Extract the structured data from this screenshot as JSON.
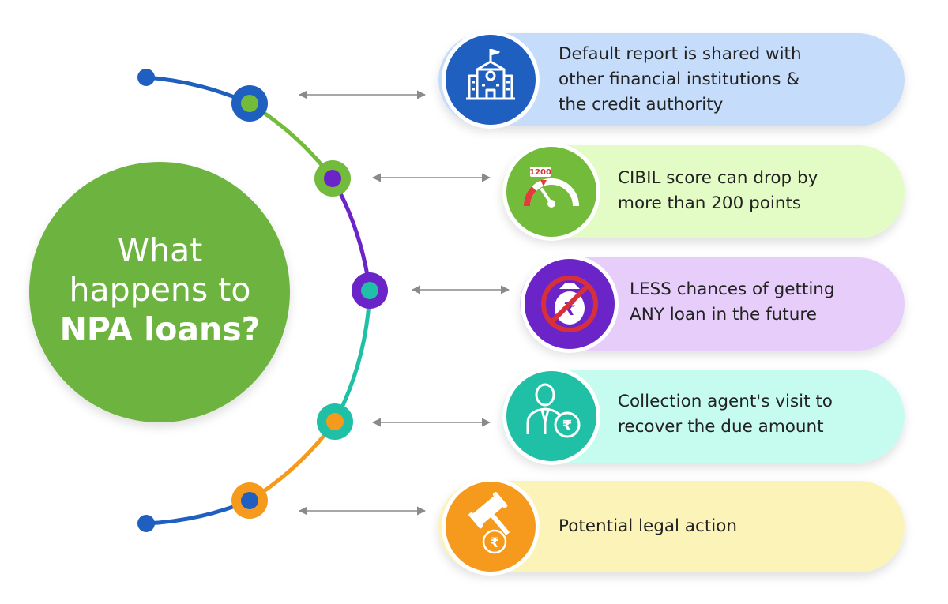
{
  "title": {
    "line1": "What",
    "line2": "happens to",
    "line3": "NPA loans?"
  },
  "colors": {
    "title_circle": "#6db33f",
    "arc_blue": "#1f5fc0",
    "arc_green": "#72bb3b",
    "arc_purple": "#6a24c8",
    "arc_teal": "#20c0a6",
    "arc_orange": "#f59a1c",
    "arrow": "#8a8a8a"
  },
  "items": [
    {
      "icon": "bank-building-icon",
      "lines": [
        "Default report is shared with",
        "other financial institutions &",
        "the credit authority"
      ],
      "card_color": "#c5dcfb",
      "icon_bg": "#1f5fc0"
    },
    {
      "icon": "credit-score-gauge-icon",
      "gauge_label": "1200",
      "lines": [
        "CIBIL score can drop by",
        "more than 200 points"
      ],
      "card_color": "#e3fbc4",
      "icon_bg": "#72bb3b"
    },
    {
      "icon": "no-loan-moneybag-icon",
      "lines": [
        "LESS chances of getting",
        "ANY loan in the future"
      ],
      "card_color": "#e6cdfa",
      "icon_bg": "#6a24c8"
    },
    {
      "icon": "collection-agent-icon",
      "lines": [
        "Collection agent's visit to",
        "recover the due amount"
      ],
      "card_color": "#c6fbef",
      "icon_bg": "#20c0a6"
    },
    {
      "icon": "legal-gavel-icon",
      "lines": [
        "Potential legal action"
      ],
      "card_color": "#fcf3b8",
      "icon_bg": "#f59a1c"
    }
  ]
}
